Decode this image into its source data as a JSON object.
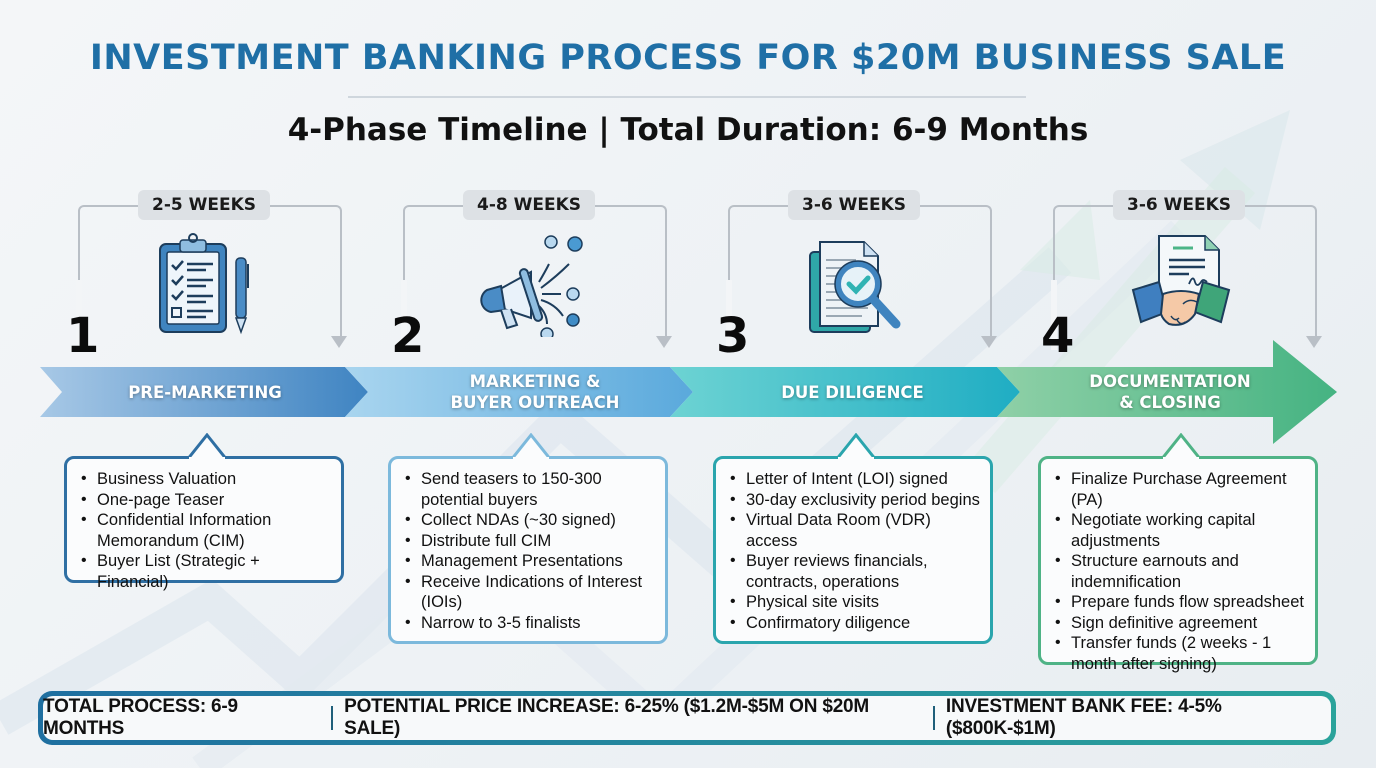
{
  "header": {
    "title": "INVESTMENT BANKING PROCESS FOR $20M BUSINESS SALE",
    "subtitle": "4-Phase Timeline | Total Duration: 6-9 Months"
  },
  "colors": {
    "title": "#1f6fa6",
    "phase1": "#4a8cc6",
    "phase2": "#6ab3dc",
    "phase3": "#27b2c0",
    "phase4": "#4bb587"
  },
  "phases": [
    {
      "number": "1",
      "duration": "2-5 WEEKS",
      "icon": "clipboard-checklist-icon",
      "label_line1": "PRE-MARKETING",
      "label_line2": "",
      "items": [
        "Business Valuation",
        "One-page Teaser",
        "Confidential Information Memorandum (CIM)",
        "Buyer List (Strategic + Financial)"
      ]
    },
    {
      "number": "2",
      "duration": "4-8 WEEKS",
      "icon": "megaphone-icon",
      "label_line1": "MARKETING &",
      "label_line2": "BUYER OUTREACH",
      "items": [
        "Send teasers to 150-300 potential buyers",
        "Collect NDAs (~30 signed)",
        "Distribute full CIM",
        "Management Presentations",
        "Receive Indications of Interest (IOIs)",
        "Narrow to 3-5 finalists"
      ]
    },
    {
      "number": "3",
      "duration": "3-6 WEEKS",
      "icon": "document-magnifier-icon",
      "label_line1": "DUE DILIGENCE",
      "label_line2": "",
      "items": [
        "Letter of Intent (LOI) signed",
        "30-day exclusivity period begins",
        "Virtual Data Room (VDR) access",
        "Buyer reviews financials, contracts, operations",
        "Physical site visits",
        "Confirmatory diligence"
      ]
    },
    {
      "number": "4",
      "duration": "3-6 WEEKS",
      "icon": "handshake-contract-icon",
      "label_line1": "DOCUMENTATION",
      "label_line2": "& CLOSING",
      "items": [
        "Finalize Purchase Agreement (PA)",
        "Negotiate working capital adjustments",
        "Structure earnouts and indemnification",
        "Prepare funds flow spreadsheet",
        "Sign definitive agreement",
        "Transfer funds (2 weeks - 1 month after signing)"
      ]
    }
  ],
  "footer": {
    "total_process": "TOTAL PROCESS: 6-9 MONTHS",
    "price_increase": "POTENTIAL PRICE INCREASE: 6-25% ($1.2M-$5M ON $20M SALE)",
    "bank_fee": "INVESTMENT BANK FEE: 4-5% ($800K-$1M)"
  }
}
